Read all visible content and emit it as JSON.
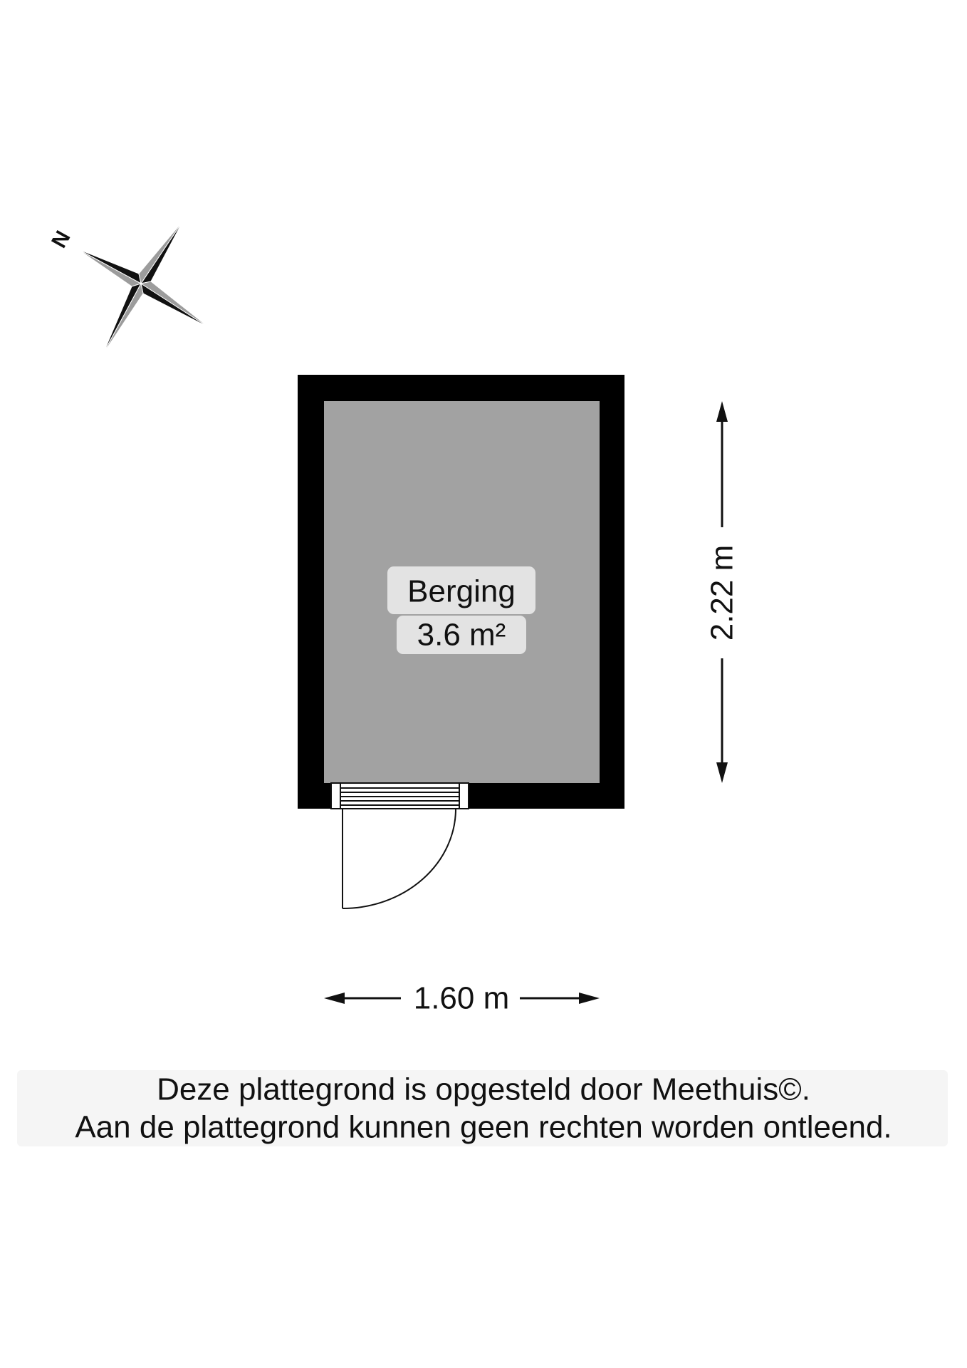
{
  "compass": {
    "north_label": "N",
    "icon": "compass-rose-icon"
  },
  "room": {
    "name": "Berging",
    "area": "3.6 m²"
  },
  "dimensions": {
    "width": "1.60 m",
    "depth": "2.22 m"
  },
  "disclaimer": {
    "line1": "Deze plattegrond is opgesteld door Meethuis©.",
    "line2": "Aan de plattegrond kunnen geen rechten worden ontleend."
  },
  "colors": {
    "wall": "#000000",
    "floor": "#a2a2a2",
    "label_background": "#e3e3e3",
    "compass_dark": "#111111",
    "compass_light": "#9c9c9c",
    "footer_background": "#f5f5f5"
  }
}
